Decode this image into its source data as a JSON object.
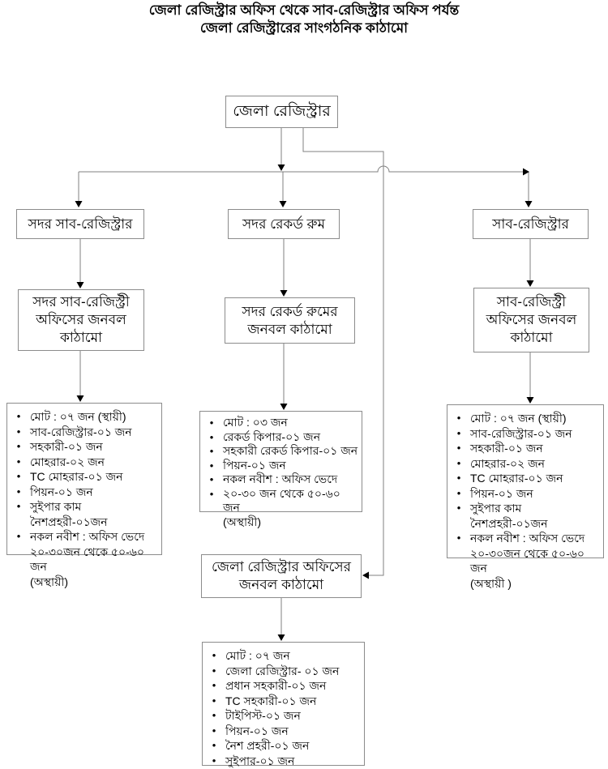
{
  "title": {
    "line1": "জেলা রেজিস্ট্রার অফিস থেকে সাব-রেজিস্ট্রার অফিস পর্যন্ত",
    "line2": "জেলা রেজিস্ট্রারের সাংগঠনিক কাঠামো"
  },
  "nodes": {
    "district_registrar": {
      "label": "জেলা রেজিস্ট্রার"
    },
    "sadar_sub_registrar": {
      "label": "সদর সাব-রেজিস্ট্রার"
    },
    "sadar_record_room": {
      "label": "সদর রেকর্ড রুম"
    },
    "sub_registrar": {
      "label": "সাব-রেজিস্ট্রার"
    },
    "sadar_sub_registry_staff": {
      "lines": [
        "সদর সাব-রেজিস্ট্রী",
        "অফিসের জনবল",
        "কাঠামো"
      ]
    },
    "sadar_record_room_staff": {
      "lines": [
        "সদর রেকর্ড রুমের",
        "জনবল কাঠামো"
      ]
    },
    "sub_registry_staff": {
      "lines": [
        "সাব-রেজিস্ট্রী",
        "অফিসের জনবল",
        "কাঠামো"
      ]
    },
    "district_office_staff": {
      "lines": [
        "জেলা রেজিস্ট্রার অফিসের",
        "জনবল কাঠামো"
      ]
    }
  },
  "lists": {
    "sadar_sub_registry": {
      "items": [
        [
          "মোট : ০৭ জন (স্থায়ী)"
        ],
        [
          "সাব-রেজিস্ট্রার-০১ জন"
        ],
        [
          "সহকারী-০১ জন"
        ],
        [
          "মোহরার-০২ জন"
        ],
        [
          "TC মোহরার-০১ জন"
        ],
        [
          "পিয়ন-০১ জন"
        ],
        [
          "সুইপার কাম নৈশপ্রহরী-০১জন"
        ],
        [
          "নকল নবীশ : অফিস ভেদে",
          "২০-৩০জন থেকে ৫০-৬০ জন",
          "(অস্থায়ী)"
        ]
      ]
    },
    "sadar_record_room": {
      "items": [
        [
          "মোট : ০৩ জন"
        ],
        [
          "রেকর্ড কিপার-০১ জন"
        ],
        [
          "সহকারী রেকর্ড কিপার-০১ জন"
        ],
        [
          "পিয়ন-০১ জন"
        ],
        [
          "নকল নবীশ : অফিস ভেদে"
        ],
        [
          "২০-৩০ জন থেকে ৫০-৬০ জন",
          "(অস্থায়ী)"
        ]
      ]
    },
    "sub_registry": {
      "items": [
        [
          "মোট : ০৭ জন (স্থায়ী)"
        ],
        [
          "সাব-রেজিস্ট্রার-০১ জন"
        ],
        [
          "সহকারী-০১ জন"
        ],
        [
          "মোহরার-০২ জন"
        ],
        [
          "TC মোহরার-০১ জন"
        ],
        [
          "পিয়ন-০১ জন"
        ],
        [
          "সুইপার কাম নৈশপ্রহরী-০১জন"
        ],
        [
          "নকল নবীশ : অফিস ভেদে",
          "২০-৩০জন থেকে ৫০-৬০ জন",
          "(অস্থায়ী )"
        ]
      ]
    },
    "district_office": {
      "items": [
        [
          "মোট : ০৭ জন"
        ],
        [
          "জেলা রেজিস্ট্রার- ০১ জন"
        ],
        [
          "প্রধান সহকারী-০১ জন"
        ],
        [
          "TC সহকারী-০১ জন"
        ],
        [
          "টাইপিস্ট-০১ জন"
        ],
        [
          "পিয়ন-০১ জন"
        ],
        [
          "নৈশ প্রহরী-০১ জন"
        ],
        [
          "সুইপার-০১ জন"
        ]
      ]
    }
  },
  "icons": {
    "bullet": "•"
  },
  "colors": {
    "line": "#808080",
    "box_border": "#8c8c8c",
    "arrow": "#000000",
    "text": "#000000",
    "background": "#ffffff"
  }
}
